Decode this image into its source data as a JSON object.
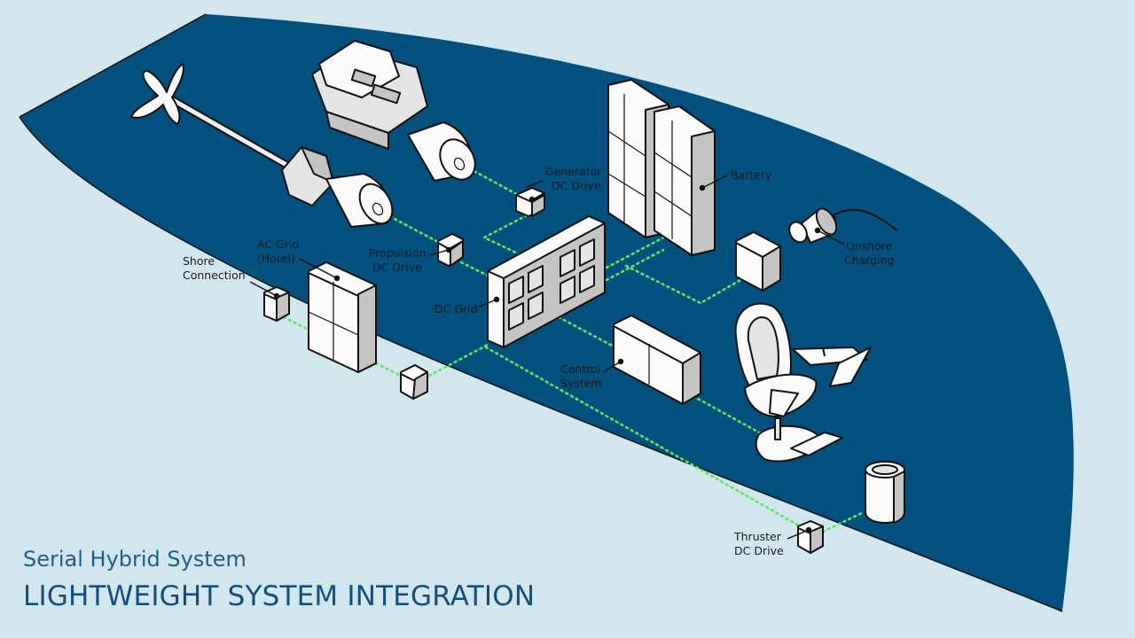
{
  "titles": {
    "subtitle": "Serial Hybrid System",
    "main": "LIGHTWEIGHT SYSTEM INTEGRATION"
  },
  "labels": {
    "generator_dc_drive": [
      "Generator",
      "DC Drive"
    ],
    "battery": "Battery",
    "onshore_charging": [
      "Onshore",
      "Charging"
    ],
    "propulsion_dc_drive": [
      "Propulsion",
      "DC Drive"
    ],
    "ac_grid": [
      "AC Grid",
      "(Hotel)"
    ],
    "shore_connection": [
      "Shore",
      "Connection"
    ],
    "dc_grid": "DC Grid",
    "control_system": [
      "Control",
      "System"
    ],
    "thruster_dc_drive": [
      "Thruster",
      "DC Drive"
    ]
  },
  "colors": {
    "background": "#d2e6ee",
    "hull": "#02507e",
    "connection": "#5ee85e",
    "title": "#14507e"
  }
}
